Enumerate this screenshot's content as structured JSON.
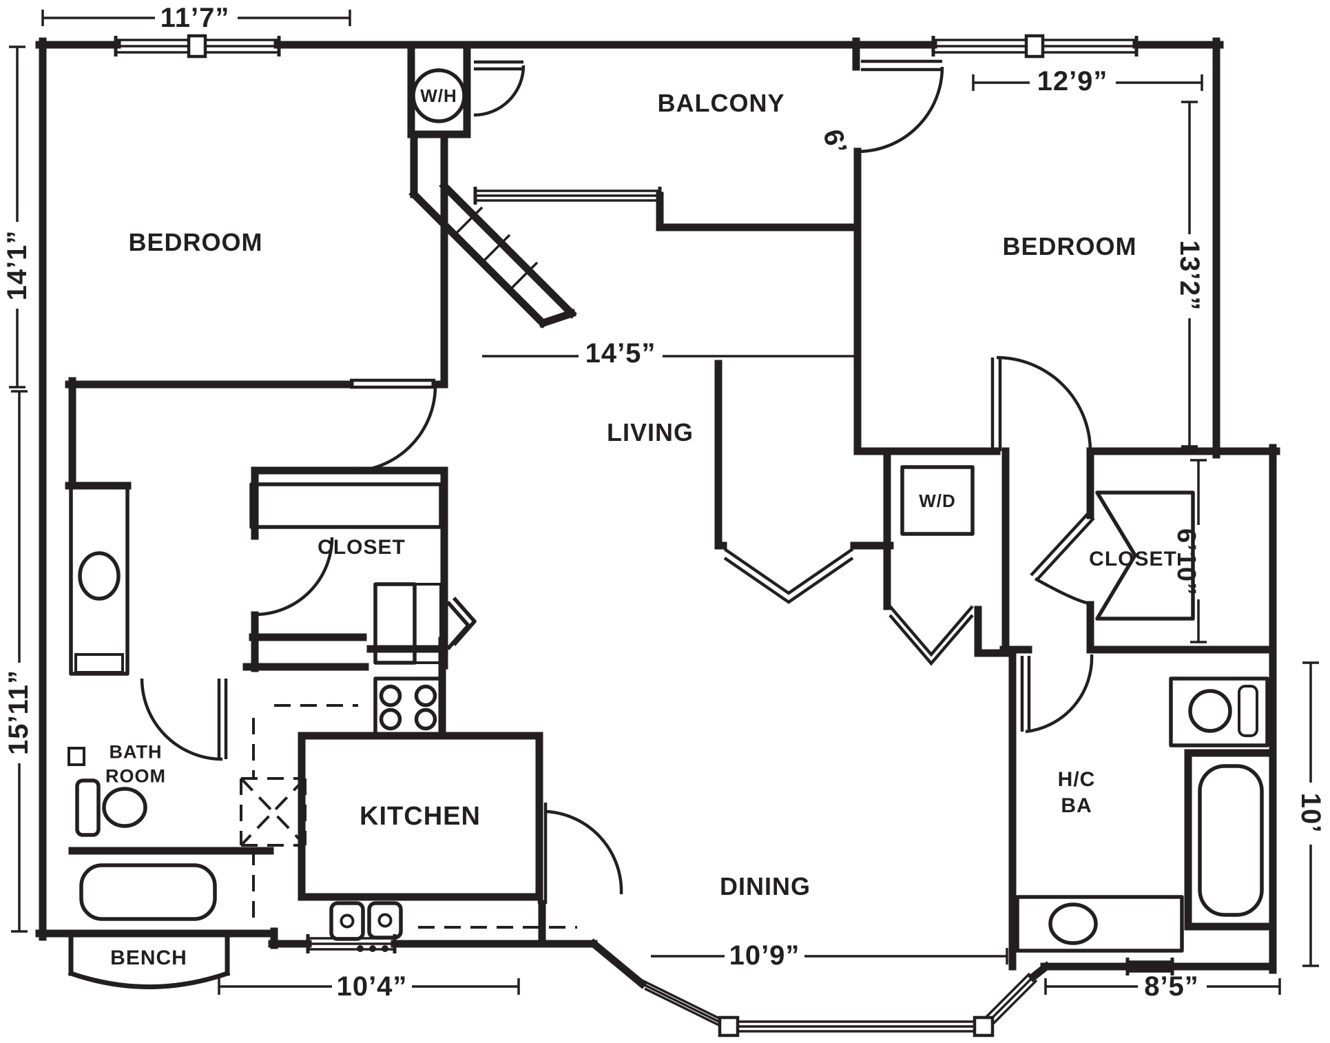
{
  "colors": {
    "ink": "#231f20",
    "paper": "#ffffff"
  },
  "rooms": {
    "bedroom_left": "BEDROOM",
    "bedroom_right": "BEDROOM",
    "balcony": "BALCONY",
    "living": "LIVING",
    "dining": "DINING",
    "kitchen": "KITCHEN",
    "bathroom_line1": "BATH",
    "bathroom_line2": "ROOM",
    "hc_bath_line1": "H/C",
    "hc_bath_line2": "BA",
    "closet_left": "CLOSET",
    "closet_right": "CLOSET",
    "bench": "BENCH"
  },
  "appliances": {
    "water_heater": "W/H",
    "washer_dryer": "W/D"
  },
  "dimensions": {
    "bedroom_left_width": "11’7”",
    "bedroom_left_height": "14’1”",
    "bedroom_right_width": "12’9”",
    "bedroom_right_height": "13’2”",
    "balcony_depth": "6’",
    "living_width": "14’5”",
    "closet_right_height": "6’10”",
    "left_side_lower_height": "15’11”",
    "hc_bath_height": "10’",
    "kitchen_width": "10’4”",
    "dining_width": "10’9”",
    "hc_bath_width": "8’5”"
  }
}
